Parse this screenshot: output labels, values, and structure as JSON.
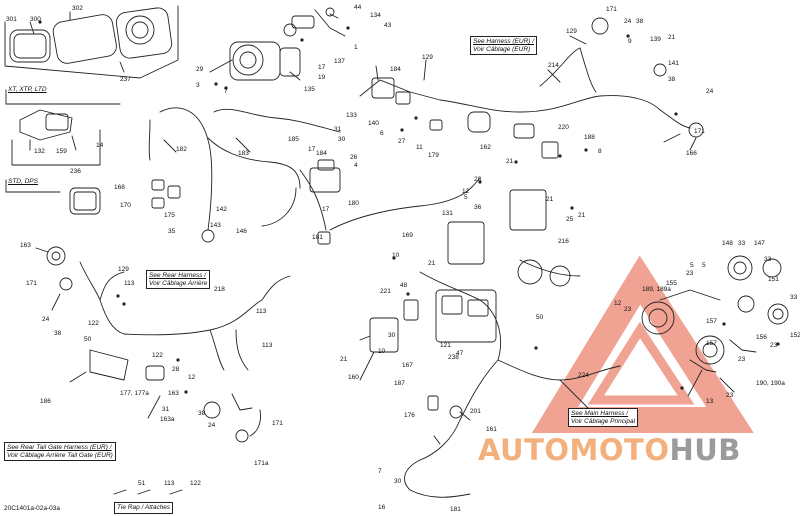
{
  "diagram_code": "20C1401a-02a-03a",
  "brand": {
    "part1": "AUTOMOTO",
    "part2": "HUB",
    "primary": "#f3b07c",
    "secondary": "#9b9b9b",
    "logo_color": "#e4563a"
  },
  "notes": {
    "xt_ltd": "XT, XTP, LTD",
    "std_dps": "STD, DPS",
    "harness_eur": [
      "See Harness (EUR) /",
      "Voir Câblage (EUR)"
    ],
    "rear_harness": [
      "See Rear Harness /",
      "Voir Câblage Arrière"
    ],
    "rear_tail_gate": [
      "See Rear Tail Gate Harness (EUR) /",
      "Voir Câblage Arrière Tail Gate (EUR)"
    ],
    "main_harness": [
      "See Main Harness /",
      "Voir Câblage Principal"
    ],
    "tie_rap": "Tie Rap / Attaches"
  },
  "labels": [
    {
      "t": "301"
    },
    {
      "t": "300"
    },
    {
      "t": "302"
    },
    {
      "t": "237"
    },
    {
      "t": "132"
    },
    {
      "t": "159"
    },
    {
      "t": "14"
    },
    {
      "t": "236"
    },
    {
      "t": "29"
    },
    {
      "t": "3"
    },
    {
      "t": "7"
    },
    {
      "t": "135"
    },
    {
      "t": "17"
    },
    {
      "t": "19"
    },
    {
      "t": "137"
    },
    {
      "t": "1"
    },
    {
      "t": "44"
    },
    {
      "t": "134"
    },
    {
      "t": "43"
    },
    {
      "t": "182"
    },
    {
      "t": "183"
    },
    {
      "t": "185"
    },
    {
      "t": "184"
    },
    {
      "t": "129"
    },
    {
      "t": "133"
    },
    {
      "t": "140"
    },
    {
      "t": "6"
    },
    {
      "t": "27"
    },
    {
      "t": "11"
    },
    {
      "t": "179"
    },
    {
      "t": "214"
    },
    {
      "t": "129"
    },
    {
      "t": "171"
    },
    {
      "t": "24"
    },
    {
      "t": "38"
    },
    {
      "t": "9"
    },
    {
      "t": "139"
    },
    {
      "t": "21"
    },
    {
      "t": "141"
    },
    {
      "t": "38"
    },
    {
      "t": "24"
    },
    {
      "t": "171"
    },
    {
      "t": "166"
    },
    {
      "t": "220"
    },
    {
      "t": "188"
    },
    {
      "t": "8"
    },
    {
      "t": "31"
    },
    {
      "t": "30"
    },
    {
      "t": "17"
    },
    {
      "t": "184"
    },
    {
      "t": "26"
    },
    {
      "t": "4"
    },
    {
      "t": "17"
    },
    {
      "t": "180"
    },
    {
      "t": "162"
    },
    {
      "t": "21"
    },
    {
      "t": "28"
    },
    {
      "t": "12"
    },
    {
      "t": "5"
    },
    {
      "t": "36"
    },
    {
      "t": "21"
    },
    {
      "t": "25"
    },
    {
      "t": "21"
    },
    {
      "t": "216"
    },
    {
      "t": "168"
    },
    {
      "t": "170"
    },
    {
      "t": "175"
    },
    {
      "t": "142"
    },
    {
      "t": "143"
    },
    {
      "t": "146"
    },
    {
      "t": "35"
    },
    {
      "t": "181"
    },
    {
      "t": "131"
    },
    {
      "t": "169"
    },
    {
      "t": "10"
    },
    {
      "t": "21"
    },
    {
      "t": "163"
    },
    {
      "t": "129"
    },
    {
      "t": "113"
    },
    {
      "t": "171"
    },
    {
      "t": "24"
    },
    {
      "t": "38"
    },
    {
      "t": "122"
    },
    {
      "t": "50"
    },
    {
      "t": "218"
    },
    {
      "t": "113"
    },
    {
      "t": "113"
    },
    {
      "t": "122"
    },
    {
      "t": "186"
    },
    {
      "t": "28"
    },
    {
      "t": "12"
    },
    {
      "t": "177, 177a"
    },
    {
      "t": "31"
    },
    {
      "t": "163"
    },
    {
      "t": "38"
    },
    {
      "t": "24"
    },
    {
      "t": "163a"
    },
    {
      "t": "171"
    },
    {
      "t": "171a"
    },
    {
      "t": "51"
    },
    {
      "t": "113"
    },
    {
      "t": "122"
    },
    {
      "t": "221"
    },
    {
      "t": "48"
    },
    {
      "t": "21"
    },
    {
      "t": "160"
    },
    {
      "t": "30"
    },
    {
      "t": "10"
    },
    {
      "t": "167"
    },
    {
      "t": "187"
    },
    {
      "t": "121"
    },
    {
      "t": "47"
    },
    {
      "t": "238"
    },
    {
      "t": "50"
    },
    {
      "t": "176"
    },
    {
      "t": "201"
    },
    {
      "t": "161"
    },
    {
      "t": "7"
    },
    {
      "t": "30"
    },
    {
      "t": "16"
    },
    {
      "t": "181"
    },
    {
      "t": "224"
    },
    {
      "t": "12"
    },
    {
      "t": "23"
    },
    {
      "t": "189, 189a"
    },
    {
      "t": "5"
    },
    {
      "t": "155"
    },
    {
      "t": "23"
    },
    {
      "t": "157"
    },
    {
      "t": "5"
    },
    {
      "t": "148"
    },
    {
      "t": "33"
    },
    {
      "t": "147"
    },
    {
      "t": "33"
    },
    {
      "t": "151"
    },
    {
      "t": "33"
    },
    {
      "t": "152"
    },
    {
      "t": "156"
    },
    {
      "t": "23"
    },
    {
      "t": "157"
    },
    {
      "t": "23"
    },
    {
      "t": "190, 190a"
    },
    {
      "t": "13"
    },
    {
      "t": "23"
    }
  ]
}
